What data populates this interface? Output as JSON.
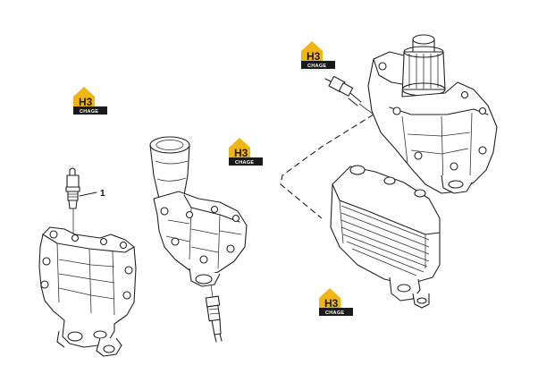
{
  "diagram": {
    "callout_label": "1"
  },
  "watermark": {
    "brand_main": "H3",
    "brand_sub": "CHAGE",
    "accent_color": "#f2b516",
    "box_color": "#1a1a1a"
  }
}
